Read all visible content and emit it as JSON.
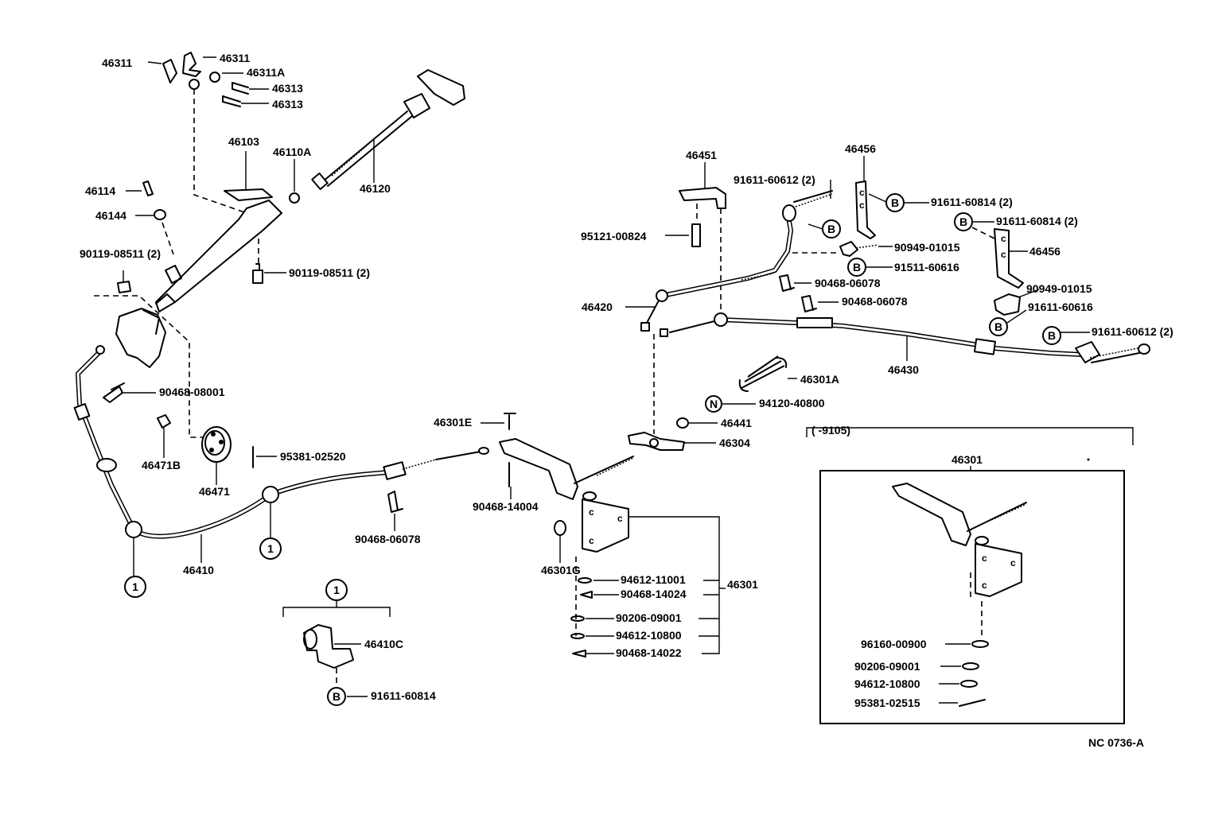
{
  "labels": {
    "p46311a": "46311",
    "p46311b": "46311",
    "p46311A": "46311A",
    "p46313a": "46313",
    "p46313b": "46313",
    "p46103": "46103",
    "p46110A": "46110A",
    "p46120": "46120",
    "p46114": "46114",
    "p46144": "46144",
    "p90119a": "90119-08511 (2)",
    "p90119b": "90119-08511 (2)",
    "p90468_08001": "90468-08001",
    "p46471B": "46471B",
    "p46471": "46471",
    "p95381_02520": "95381-02520",
    "p46410": "46410",
    "p90468_06078a": "90468-06078",
    "p46410C": "46410C",
    "p91611_60814a": "91611-60814",
    "p46301E": "46301E",
    "p90468_14004": "90468-14004",
    "p46301G": "46301G",
    "p94612_11001": "94612-11001",
    "p90468_14024": "90468-14024",
    "p46301": "46301",
    "p90206_09001a": "90206-09001",
    "p94612_10800a": "94612-10800",
    "p90468_14022": "90468-14022",
    "p46451": "46451",
    "p95121_00824": "95121-00824",
    "p46420": "46420",
    "p91611_60612a": "91611-60612 (2)",
    "p46456a": "46456",
    "p91611_60814b": "91611-60814 (2)",
    "p91611_60814c": "91611-60814 (2)",
    "p46456b": "46456",
    "p90949_01015a": "90949-01015",
    "p91511_60616": "91511-60616",
    "p90468_06078b": "90468-06078",
    "p90468_06078c": "90468-06078",
    "p90949_01015b": "90949-01015",
    "p91611_60616": "91611-60616",
    "p91611_60612b": "91611-60612 (2)",
    "p46430": "46430",
    "p46301A": "46301A",
    "p94120_40800": "94120-40800",
    "p46441": "46441",
    "p46304": "46304",
    "range": "(      -9105)",
    "p46301box": "46301",
    "p96160_00900": "96160-00900",
    "p90206_09001b": "90206-09001",
    "p94612_10800b": "94612-10800",
    "p95381_02515": "95381-02515",
    "code": "NC 0736-A"
  },
  "markers": {
    "one": "1",
    "bolt": "B",
    "nut": "N"
  }
}
